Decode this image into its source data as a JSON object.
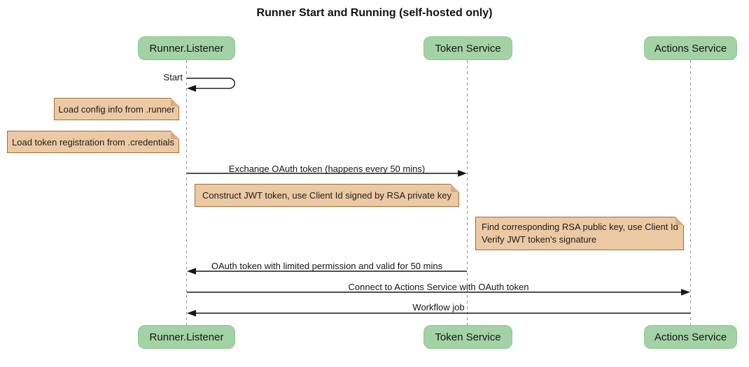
{
  "title": "Runner Start and Running (self-hosted only)",
  "participants": [
    {
      "id": "runner-listener",
      "label": "Runner.Listener"
    },
    {
      "id": "token-service",
      "label": "Token Service"
    },
    {
      "id": "actions-service",
      "label": "Actions Service"
    }
  ],
  "messages": [
    {
      "label": "Start",
      "from": "Runner.Listener",
      "to": "Runner.Listener",
      "type": "self"
    },
    {
      "label": "Exchange OAuth token (happens every 50 mins)",
      "from": "Runner.Listener",
      "to": "Token Service",
      "type": "solid-arrow"
    },
    {
      "label": "OAuth token with limited permission and valid for 50 mins",
      "from": "Token Service",
      "to": "Runner.Listener",
      "type": "solid-arrow"
    },
    {
      "label": "Connect to Actions Service with OAuth token",
      "from": "Runner.Listener",
      "to": "Actions Service",
      "type": "solid-arrow"
    },
    {
      "label": "Workflow job",
      "from": "Actions Service",
      "to": "Runner.Listener",
      "type": "solid-arrow"
    }
  ],
  "notes": [
    {
      "position": "left of Runner.Listener",
      "text": "Load config info from .runner"
    },
    {
      "position": "left of Runner.Listener",
      "text": "Load token registration from .credentials"
    },
    {
      "position": "between Runner.Listener and Token Service",
      "text": "Construct JWT token, use Client Id signed by RSA private key"
    },
    {
      "position": "right of Token Service",
      "lines": [
        "Find corresponding RSA public key, use Client Id",
        "Verify JWT token's signature"
      ]
    }
  ],
  "colors": {
    "participant_fill": "#a3d2a5",
    "note_fill": "#ecc9a3",
    "note_border": "#9e6f3c",
    "lifeline": "#999999",
    "arrow": "#161616",
    "background": "#ffffff"
  }
}
